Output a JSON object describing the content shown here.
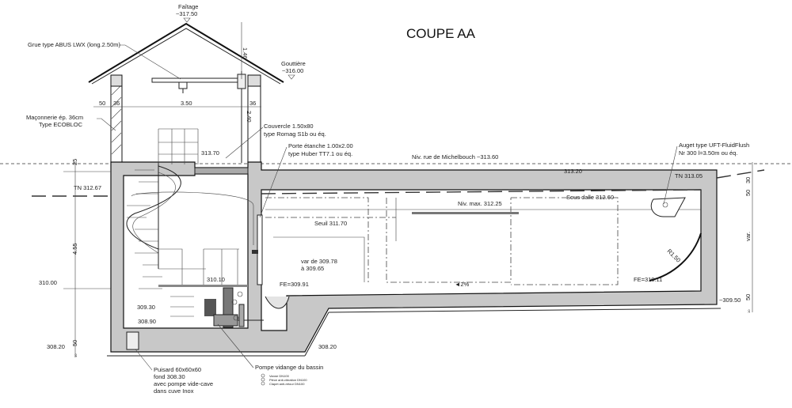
{
  "title": "COUPE AA",
  "levels": {
    "faitage_label": "Faîtage",
    "faitage_value": "~317.50",
    "gouttiere_label": "Gouttière",
    "gouttiere_value": "~316.00",
    "rue": "Niv. rue de Michelbouch ~313.60",
    "l31370": "313.70",
    "l31320": "313.20",
    "tn_left": "TN  312.67",
    "tn_right": "TN  313.05",
    "niv_max": "Niv. max. 312.25",
    "sous_dalle": "Sous dalle 312.60",
    "seuil": "Seuil 311.70",
    "var": "var de 309.78",
    "var2": "à 309.65",
    "l31010": "310.10",
    "fe_left": "FE=309.91",
    "fe_right": "FE=310.11",
    "slope": "◄2%",
    "l31000": "310.00",
    "l30930": "309.30",
    "l30890": "308.90",
    "l30820_left": "308.20",
    "l30820_mid": "308.20",
    "l30950": "~309.50"
  },
  "dimensions": {
    "d50": "50",
    "d36a": "36",
    "d350": "3.50",
    "d36b": "36",
    "d146": "1.46",
    "d240": "2.40",
    "d25": "25",
    "d455": "4.55",
    "d50b": "50",
    "d10": "10",
    "r150": "R1.50",
    "r30": "30",
    "r50a": "50",
    "rvar": "var.",
    "r50b": "50",
    "r10": "10"
  },
  "annotations": {
    "grue": "Grue type ABUS LWX (long.2.50m)",
    "maconnerie1": "Maçonnerie ép. 36cm",
    "maconnerie2": "Type ECOBLOC",
    "couvercle1": "Couvercle 1.50x80",
    "couvercle2": "type Romag S1b ou éq.",
    "porte1": "Porte étanche 1.00x2.00",
    "porte2": "type Huber TT7.1 ou éq.",
    "auget1": "Auget type UFT-FluidFlush",
    "auget2": "Nr 300 l=3.50m ou éq.",
    "puisard1": "Puisard 60x60x60",
    "puisard2": "fond 308.30",
    "puisard3": "avec pompe vide-cave",
    "puisard4": "dans cuve Inox",
    "pompe": "Pompe vidange du bassin"
  },
  "legend": [
    {
      "num": "1",
      "label": "Vanne DN100"
    },
    {
      "num": "2",
      "label": "Pièce anti-vibration DN100"
    },
    {
      "num": "3",
      "label": "Clapet anti-retour DN100"
    }
  ]
}
